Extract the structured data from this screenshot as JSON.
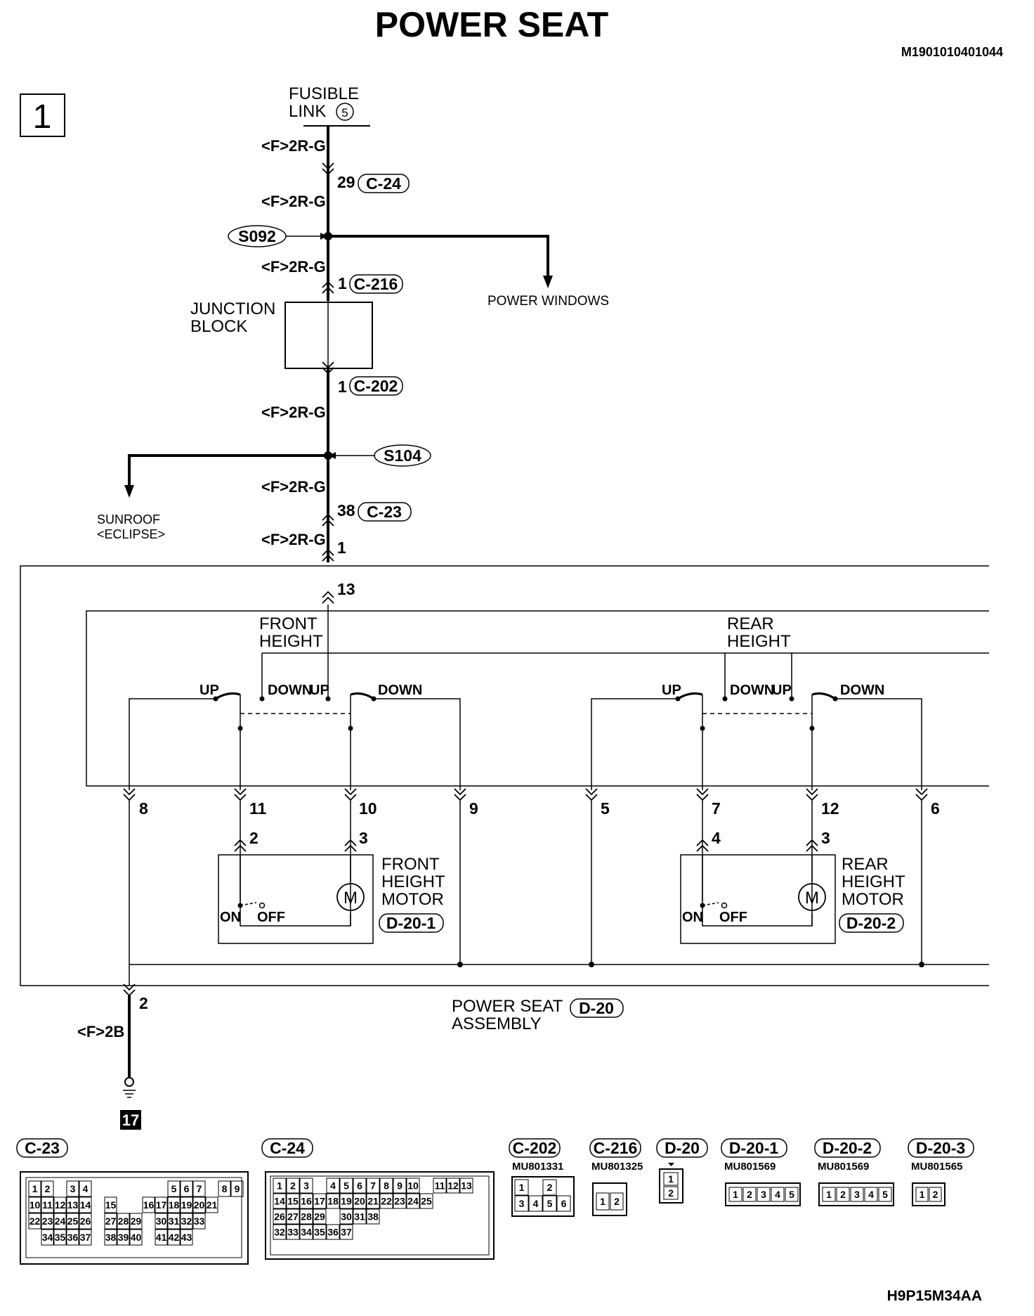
{
  "title": "POWER SEAT",
  "doc_id": "M1901010401044",
  "page_number": "1",
  "footer_code": "H9P15M34AA",
  "fusible_link": {
    "line1": "FUSIBLE",
    "line2": "LINK",
    "number": "5"
  },
  "wire_codes": {
    "main": "<F>2R-G",
    "ground": "<F>2B"
  },
  "connectors_on_wire": {
    "c24": {
      "pin": "29",
      "name": "C-24"
    },
    "c216": {
      "pin": "1",
      "name": "C-216"
    },
    "c202": {
      "pin": "1",
      "name": "C-202"
    },
    "c23": {
      "pin": "38",
      "name": "C-23"
    }
  },
  "splices": {
    "s092": "S092",
    "s104": "S104"
  },
  "branches": {
    "power_windows": "POWER WINDOWS",
    "sunroof_line1": "SUNROOF",
    "sunroof_line2": "<ECLIPSE>"
  },
  "junction_block": {
    "line1": "JUNCTION",
    "line2": "BLOCK"
  },
  "pins": {
    "assembly_in": "1",
    "switch_in": "13",
    "front_up": "8",
    "front_a": "11",
    "front_b": "10",
    "front_down": "9",
    "rear_up": "5",
    "rear_a": "7",
    "rear_b": "12",
    "rear_down": "6",
    "front_motor_a": "2",
    "front_motor_b": "3",
    "rear_motor_a": "4",
    "rear_motor_b": "3",
    "ground": "2",
    "ground_num": "17"
  },
  "switches": {
    "front_line1": "FRONT",
    "front_line2": "HEIGHT",
    "rear_line1": "REAR",
    "rear_line2": "HEIGHT",
    "up": "UP",
    "down": "DOWN"
  },
  "motors": {
    "front": {
      "line1": "FRONT",
      "line2": "HEIGHT",
      "line3": "MOTOR",
      "connector": "D-20-1"
    },
    "rear": {
      "line1": "REAR",
      "line2": "HEIGHT",
      "line3": "MOTOR",
      "connector": "D-20-2"
    },
    "on": "ON",
    "off": "OFF",
    "symbol": "M"
  },
  "assembly": {
    "line1": "POWER SEAT",
    "line2": "ASSEMBLY",
    "connector": "D-20"
  },
  "connector_views": {
    "c23": {
      "name": "C-23",
      "rows": [
        [
          "1",
          "2",
          "",
          "3",
          "4",
          "",
          "",
          "",
          "",
          "",
          "",
          "5",
          "6",
          "7",
          "",
          "8",
          "9"
        ],
        [
          "10",
          "11",
          "12",
          "13",
          "14",
          "",
          "15",
          "",
          "",
          "16",
          "17",
          "18",
          "19",
          "20",
          "21"
        ],
        [
          "22",
          "23",
          "24",
          "25",
          "26",
          "",
          "27",
          "28",
          "29",
          "",
          "30",
          "31",
          "32",
          "33"
        ],
        [
          "",
          "34",
          "35",
          "36",
          "37",
          "",
          "38",
          "39",
          "40",
          "",
          "41",
          "42",
          "43"
        ]
      ]
    },
    "c24": {
      "name": "C-24",
      "rows": [
        [
          "1",
          "2",
          "3",
          "",
          "4",
          "5",
          "6",
          "7",
          "8",
          "9",
          "10",
          "",
          "11",
          "12",
          "13"
        ],
        [
          "14",
          "15",
          "16",
          "17",
          "18",
          "19",
          "20",
          "21",
          "22",
          "23",
          "24",
          "25"
        ],
        [
          "26",
          "27",
          "28",
          "29",
          "",
          "30",
          "31",
          "38"
        ],
        [
          "32",
          "33",
          "34",
          "35",
          "36",
          "37"
        ]
      ]
    },
    "c202": {
      "name": "C-202",
      "part": "MU801331",
      "rows": [
        [
          "1",
          "",
          "2"
        ],
        [
          "3",
          "4",
          "5",
          "6"
        ]
      ]
    },
    "c216": {
      "name": "C-216",
      "part": "MU801325",
      "rows": [
        [
          "1",
          "2"
        ]
      ]
    },
    "d20": {
      "name": "D-20",
      "part": "",
      "rows": [
        [
          "1"
        ],
        [
          "2"
        ]
      ]
    },
    "d201": {
      "name": "D-20-1",
      "part": "MU801569",
      "rows": [
        [
          "1",
          "2",
          "3",
          "4",
          "5"
        ]
      ]
    },
    "d202": {
      "name": "D-20-2",
      "part": "MU801569",
      "rows": [
        [
          "1",
          "2",
          "3",
          "4",
          "5"
        ]
      ]
    },
    "d203": {
      "name": "D-20-3",
      "part": "MU801565",
      "rows": [
        [
          "1",
          "2"
        ]
      ]
    }
  }
}
